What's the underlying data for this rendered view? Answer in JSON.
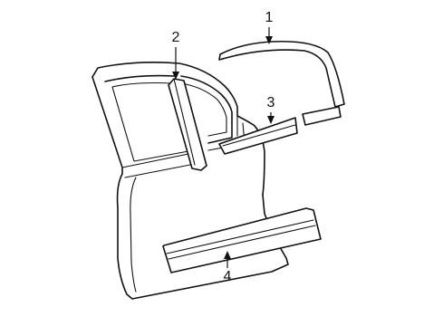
{
  "callouts": [
    {
      "id": "1",
      "label": "1"
    },
    {
      "id": "2",
      "label": "2"
    },
    {
      "id": "3",
      "label": "3"
    },
    {
      "id": "4",
      "label": "4"
    }
  ],
  "colors": {
    "line": "#111111",
    "background": "#ffffff"
  }
}
